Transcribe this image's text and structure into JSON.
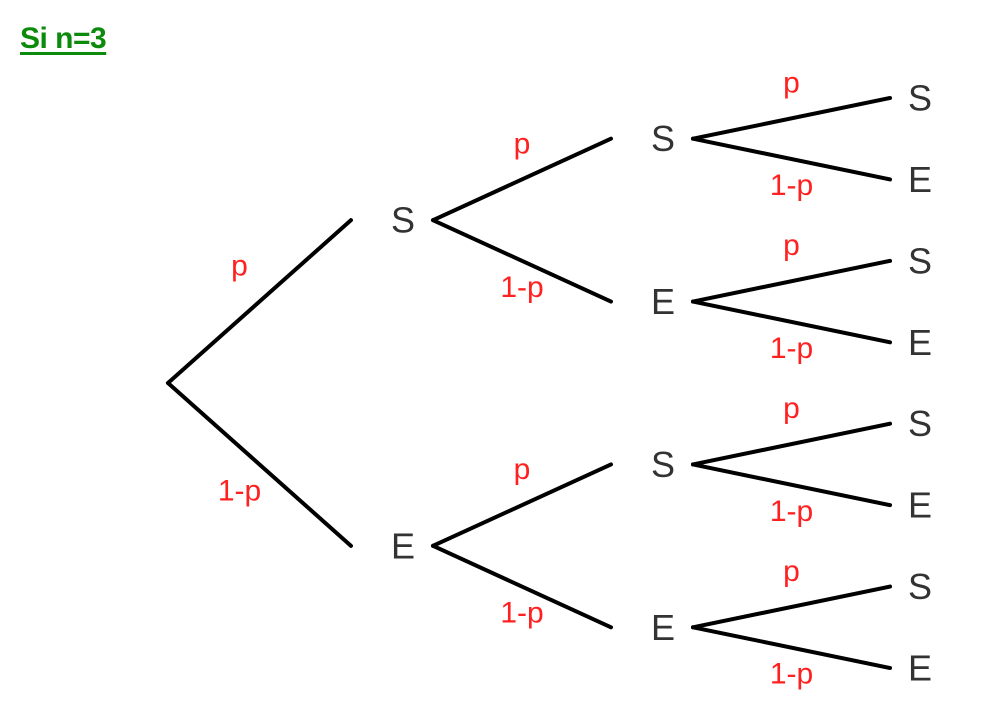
{
  "title": "Si n=3",
  "colors": {
    "title": "#0b8a0b",
    "edge": "#000000",
    "node_text": "#333333",
    "probability_text": "#ff2020"
  },
  "tree": {
    "root": {
      "label": "",
      "children": [
        {
          "label": "S",
          "edge_label": "p",
          "children": [
            {
              "label": "S",
              "edge_label": "p",
              "children": [
                {
                  "label": "S",
                  "edge_label": "p"
                },
                {
                  "label": "E",
                  "edge_label": "1-p"
                }
              ]
            },
            {
              "label": "E",
              "edge_label": "1-p",
              "children": [
                {
                  "label": "S",
                  "edge_label": "p"
                },
                {
                  "label": "E",
                  "edge_label": "1-p"
                }
              ]
            }
          ]
        },
        {
          "label": "E",
          "edge_label": "1-p",
          "children": [
            {
              "label": "S",
              "edge_label": "p",
              "children": [
                {
                  "label": "S",
                  "edge_label": "p"
                },
                {
                  "label": "E",
                  "edge_label": "1-p"
                }
              ]
            },
            {
              "label": "E",
              "edge_label": "1-p",
              "children": [
                {
                  "label": "S",
                  "edge_label": "p"
                },
                {
                  "label": "E",
                  "edge_label": "1-p"
                }
              ]
            }
          ]
        }
      ]
    }
  }
}
